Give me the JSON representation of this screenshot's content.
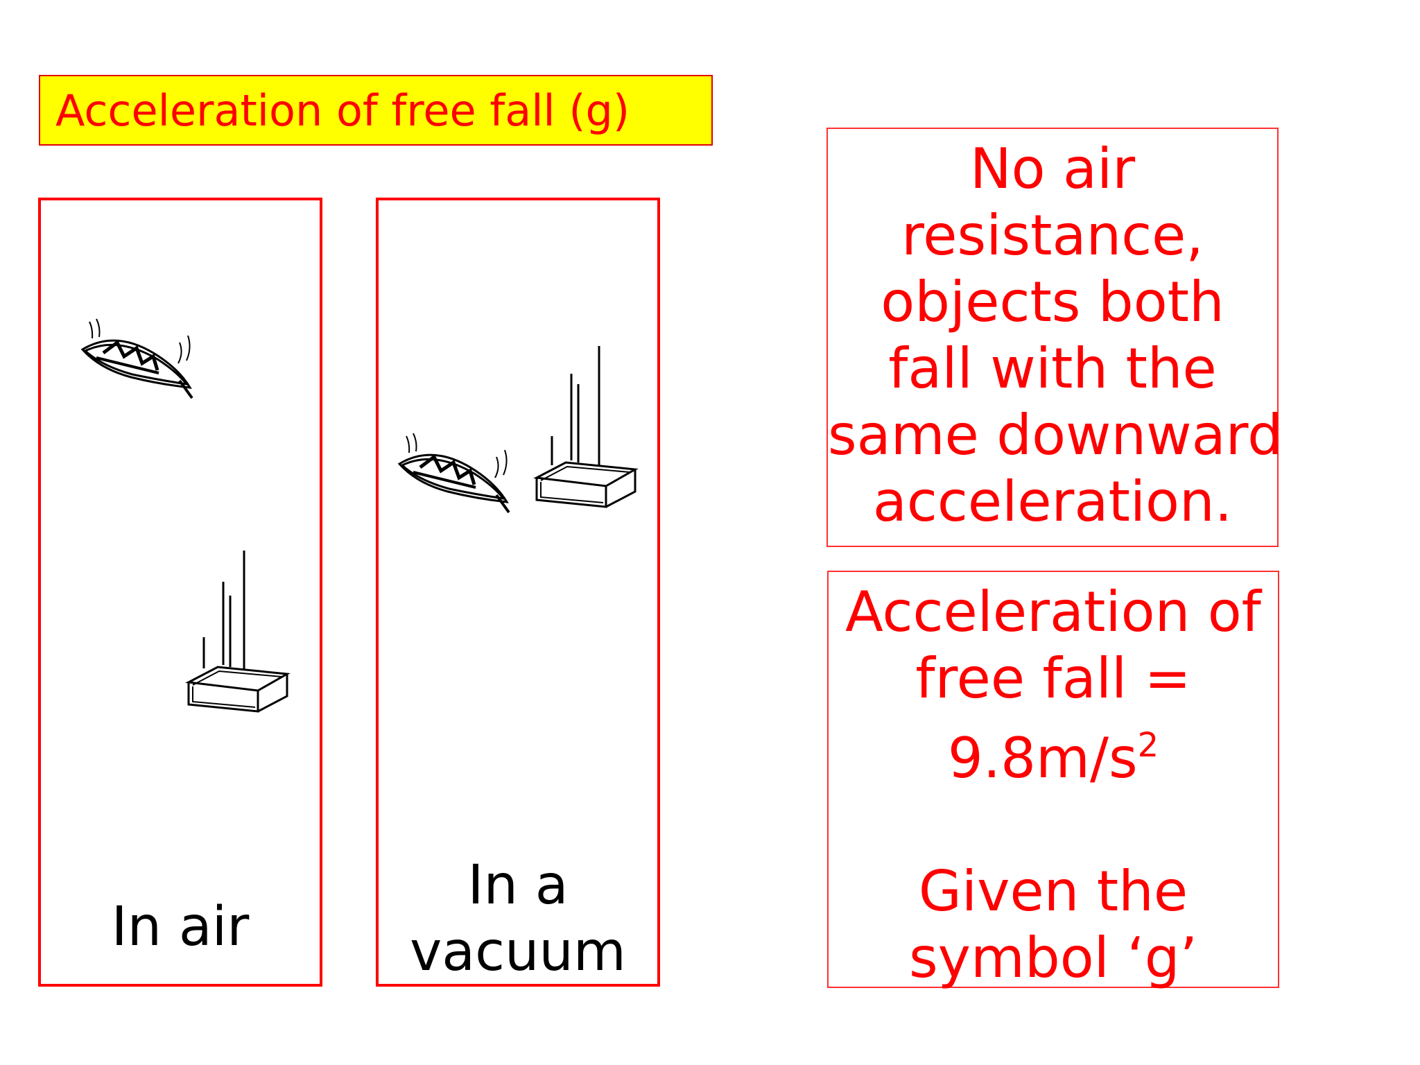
{
  "title": "Acceleration of free fall (g)",
  "panels": {
    "air": {
      "label": "In air",
      "feather_icon": "feather-icon",
      "brick_icon": "falling-brick-icon"
    },
    "vacuum": {
      "label_line1": "In a",
      "label_line2": "vacuum",
      "feather_icon": "feather-icon",
      "brick_icon": "falling-brick-icon"
    }
  },
  "info1": {
    "lines": [
      "No air",
      "resistance,",
      "objects both",
      "fall with the",
      "same downward",
      "acceleration."
    ]
  },
  "info2": {
    "line1": "Acceleration of",
    "line2": "free fall =",
    "value": "9.8m/s",
    "exponent": "2",
    "line4": "Given the",
    "line5": "symbol ‘g’"
  },
  "colors": {
    "accent_red": "#ff0000",
    "title_bg": "#ffff00",
    "label_black": "#000000"
  }
}
